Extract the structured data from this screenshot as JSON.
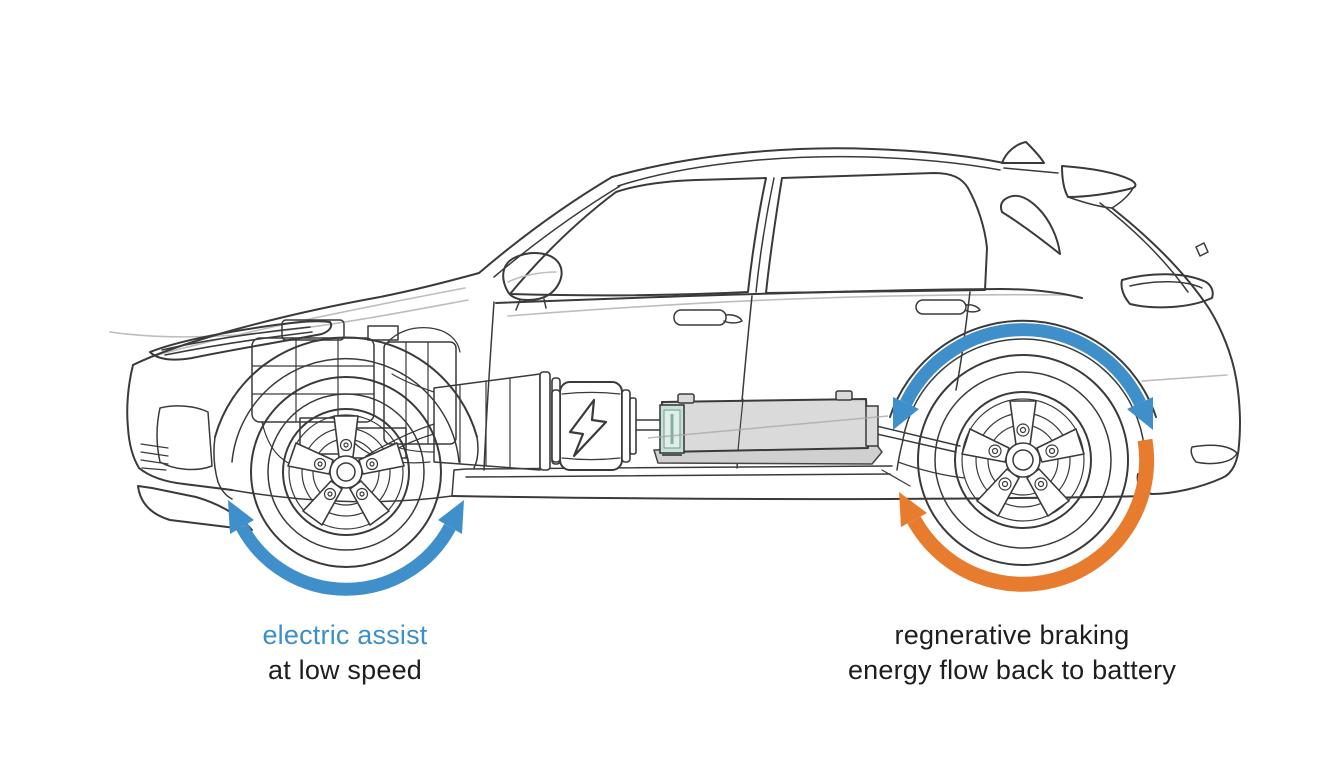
{
  "diagram": {
    "type": "hybrid-vehicle-energy-flow-illustration",
    "labels": {
      "front": {
        "line1": "electric assist",
        "line2": "at low speed"
      },
      "rear": {
        "line1": "regnerative braking",
        "line2": "energy flow back to battery"
      }
    },
    "icons": {
      "motor": "lightning-bolt-icon",
      "front_arrow": "double-headed-arc-arrow",
      "rear_arrow_top": "double-headed-arc-arrow",
      "rear_arrow_bottom": "single-headed-arc-arrow"
    },
    "colors": {
      "accent_blue": "#3f8fcb",
      "accent_orange": "#e87c2e",
      "label_blue": "#3d8fc9",
      "label_dark": "#1e1e1e",
      "line": "#3a3a3a",
      "line_light": "#bdbdbd",
      "battery_fill": "#dadada",
      "battery_plate_fill": "#d0d0d0",
      "battery_cell_fill": "#c9e2d9",
      "battery_cell_inner": "#dfeee8",
      "background": "#ffffff"
    }
  }
}
